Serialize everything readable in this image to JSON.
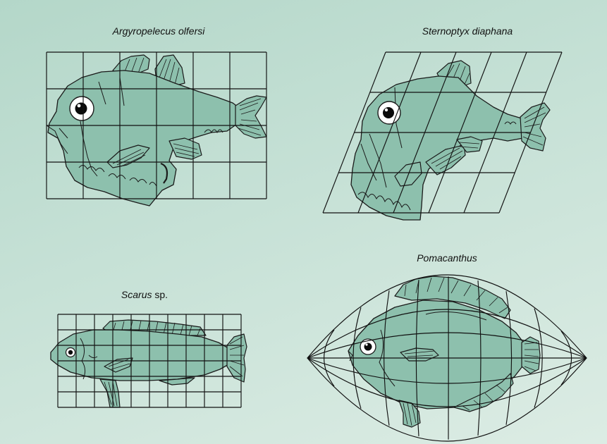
{
  "figure": {
    "colors": {
      "background_top": "#b4d7c9",
      "background_bottom": "#dcece4",
      "fish_fill": "#8dc0ad",
      "line": "#111111"
    },
    "panels": [
      {
        "id": "argyropelecus",
        "label_italic": "Argyropelecus olfersi",
        "label_plain": "",
        "grid_type": "rectangular"
      },
      {
        "id": "sternoptyx",
        "label_italic": "Sternoptyx diaphana",
        "label_plain": "",
        "grid_type": "sheared"
      },
      {
        "id": "scarus",
        "label_italic": "Scarus",
        "label_plain": " sp.",
        "grid_type": "rectangular"
      },
      {
        "id": "pomacanthus",
        "label_italic": "Pomacanthus",
        "label_plain": "",
        "grid_type": "curvilinear"
      }
    ]
  }
}
